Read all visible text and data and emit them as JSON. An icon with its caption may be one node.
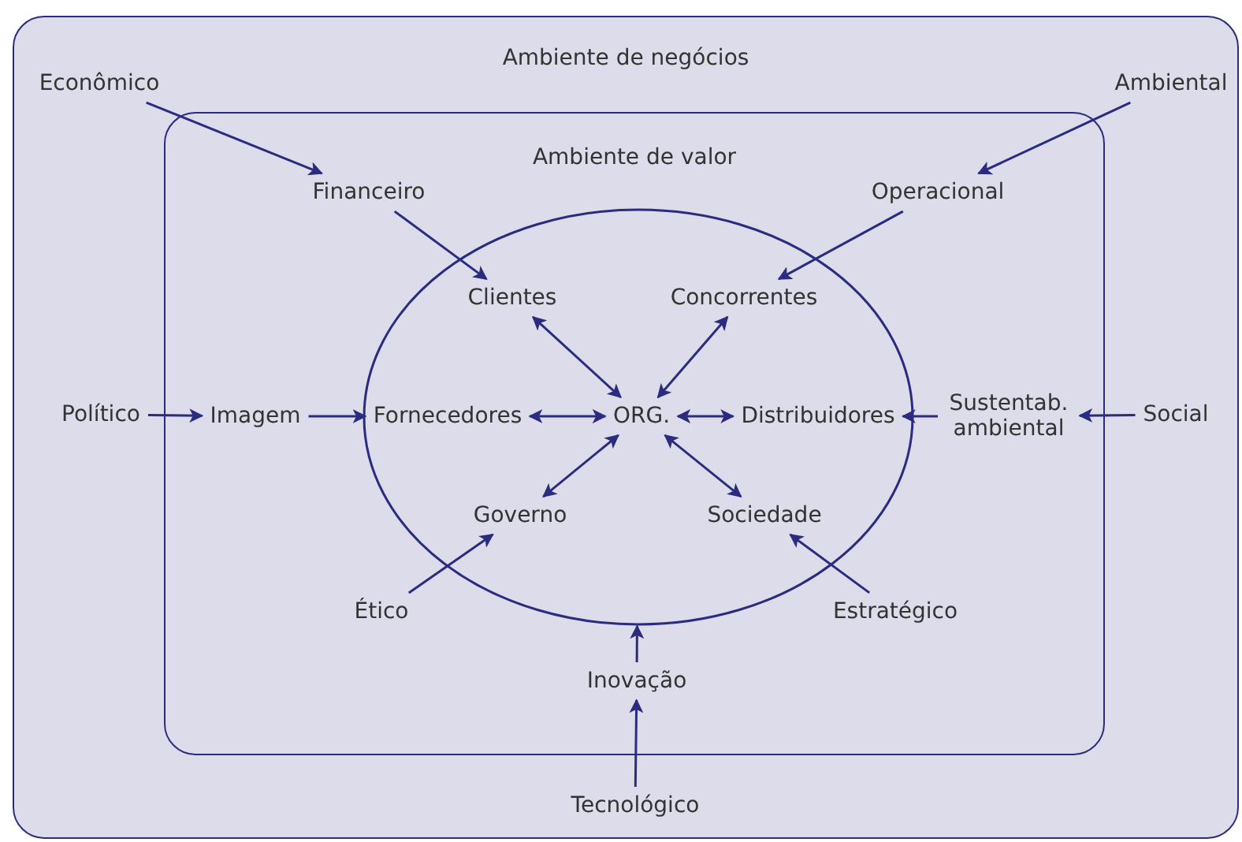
{
  "diagram": {
    "nodes": [
      {
        "text": [
          "Ambiente de negócios"
        ]
      },
      {
        "text": [
          "Ambiente de valor"
        ],
        "in": 0
      },
      {
        "text": [],
        "shape": "ellipse",
        "in": 1
      },
      {
        "text": [
          "Econômico"
        ],
        "in": 0
      },
      {
        "text": [
          "Ambiental"
        ],
        "in": 0
      },
      {
        "text": [
          "Financeiro"
        ],
        "in": 1
      },
      {
        "text": [
          "Operacional"
        ],
        "in": 1
      },
      {
        "text": [
          "Clientes"
        ],
        "in": 2
      },
      {
        "text": [
          "Concorrentes"
        ],
        "in": 2
      },
      {
        "text": [
          "Político"
        ],
        "in": 0
      },
      {
        "text": [
          "Imagem"
        ],
        "in": 1
      },
      {
        "text": [
          "Fornecedores"
        ],
        "in": 2
      },
      {
        "text": [
          "ORG."
        ],
        "in": 2
      },
      {
        "text": [
          "Distribuidores"
        ],
        "in": 2
      },
      {
        "text": [
          "Sustentab. ambiental"
        ],
        "in": 1
      },
      {
        "text": [
          "Social"
        ],
        "in": 0
      },
      {
        "text": [
          "Governo"
        ],
        "in": 2
      },
      {
        "text": [
          "Sociedade"
        ],
        "in": 2
      },
      {
        "text": [
          "Ético"
        ],
        "in": 1
      },
      {
        "text": [
          "Estratégico"
        ],
        "in": 1
      },
      {
        "text": [
          "Inovação"
        ],
        "in": 1
      },
      {
        "text": [
          "Tecnológico"
        ],
        "in": 0
      }
    ],
    "edges": [
      {
        "from": 3,
        "to": 5,
        "arrow": "to"
      },
      {
        "from": 4,
        "to": 6,
        "arrow": "to"
      },
      {
        "from": 5,
        "to": 7,
        "arrow": "to"
      },
      {
        "from": 6,
        "to": 8,
        "arrow": "to"
      },
      {
        "from": 9,
        "to": 10,
        "arrow": "to"
      },
      {
        "from": 10,
        "to": 11,
        "arrow": "to"
      },
      {
        "from": 12,
        "to": 7,
        "arrow": "both"
      },
      {
        "from": 12,
        "to": 8,
        "arrow": "both"
      },
      {
        "from": 12,
        "to": 11,
        "arrow": "both"
      },
      {
        "from": 12,
        "to": 13,
        "arrow": "both"
      },
      {
        "from": 12,
        "to": 16,
        "arrow": "both"
      },
      {
        "from": 12,
        "to": 17,
        "arrow": "both"
      },
      {
        "from": 15,
        "to": 14,
        "arrow": "to"
      },
      {
        "from": 14,
        "to": 13,
        "arrow": "to"
      },
      {
        "from": 18,
        "to": 16,
        "arrow": "to"
      },
      {
        "from": 19,
        "to": 17,
        "arrow": "to"
      },
      {
        "from": 20,
        "to": 2,
        "arrow": "to"
      },
      {
        "from": 21,
        "to": 20,
        "arrow": "to"
      }
    ]
  }
}
